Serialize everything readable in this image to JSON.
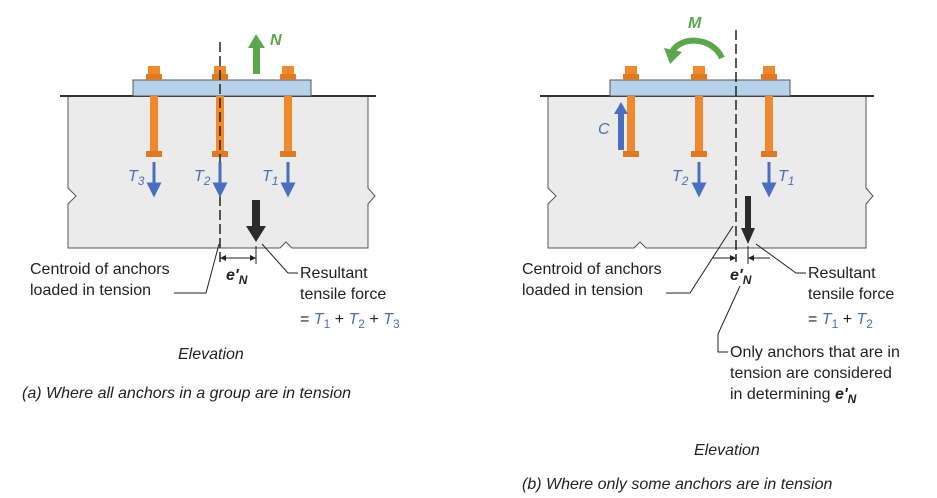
{
  "panel_a": {
    "load_label": "N",
    "tension_labels": {
      "t3": "T",
      "t3_sub": "3",
      "t2": "T",
      "t2_sub": "2",
      "t1": "T",
      "t1_sub": "1"
    },
    "centroid_label": [
      "Centroid of anchors",
      "loaded in tension"
    ],
    "eccentricity": {
      "main": "e'",
      "sub": "N"
    },
    "resultant_label": [
      "Resultant",
      "tensile force"
    ],
    "equation": [
      "= ",
      "T",
      "1",
      " + ",
      "T",
      "2",
      " + ",
      "T",
      "3"
    ],
    "elevation": "Elevation",
    "caption": "(a) Where all anchors in a group are in tension"
  },
  "panel_b": {
    "moment_label": "M",
    "compression_label": "C",
    "tension_labels": {
      "t2": "T",
      "t2_sub": "2",
      "t1": "T",
      "t1_sub": "1"
    },
    "centroid_label": [
      "Centroid of anchors",
      "loaded in tension"
    ],
    "eccentricity": {
      "main": "e'",
      "sub": "N"
    },
    "resultant_label": [
      "Resultant",
      "tensile force"
    ],
    "equation": [
      "= ",
      "T",
      "1",
      " + ",
      "T",
      "2"
    ],
    "note": [
      "Only anchors that are in",
      "tension are considered",
      "in determining "
    ],
    "note_term": {
      "main": "e'",
      "sub": "N"
    },
    "elevation": "Elevation",
    "caption": "(b) Where only some anchors are in tension"
  },
  "colors": {
    "concrete": "#ebebeb",
    "plate": "#b7d3ec",
    "anchor": "#f0892e",
    "tension_arrow": "#4a6fc0",
    "load_arrow": "#5aa84b",
    "resultant_arrow": "#2b2b2b"
  }
}
